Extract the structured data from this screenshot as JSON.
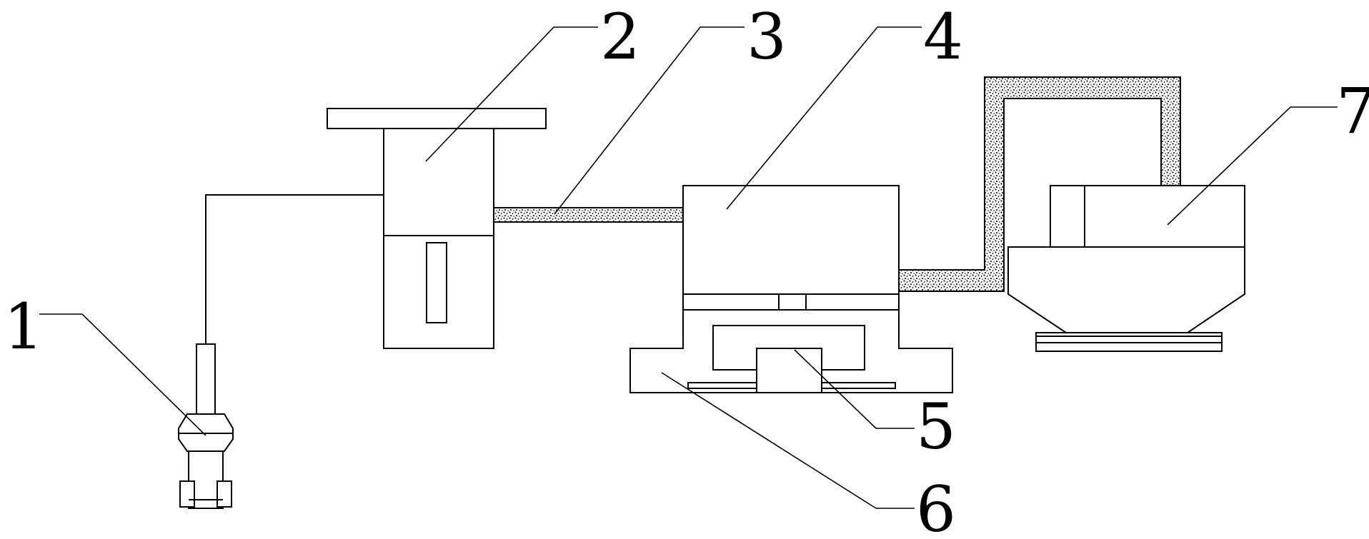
{
  "diagram": {
    "labels": [
      "1",
      "2",
      "3",
      "4",
      "5",
      "6",
      "7"
    ]
  },
  "colors": {
    "stroke": "#000000",
    "pipe_fill": "#c8c8c8",
    "background": "#ffffff"
  }
}
